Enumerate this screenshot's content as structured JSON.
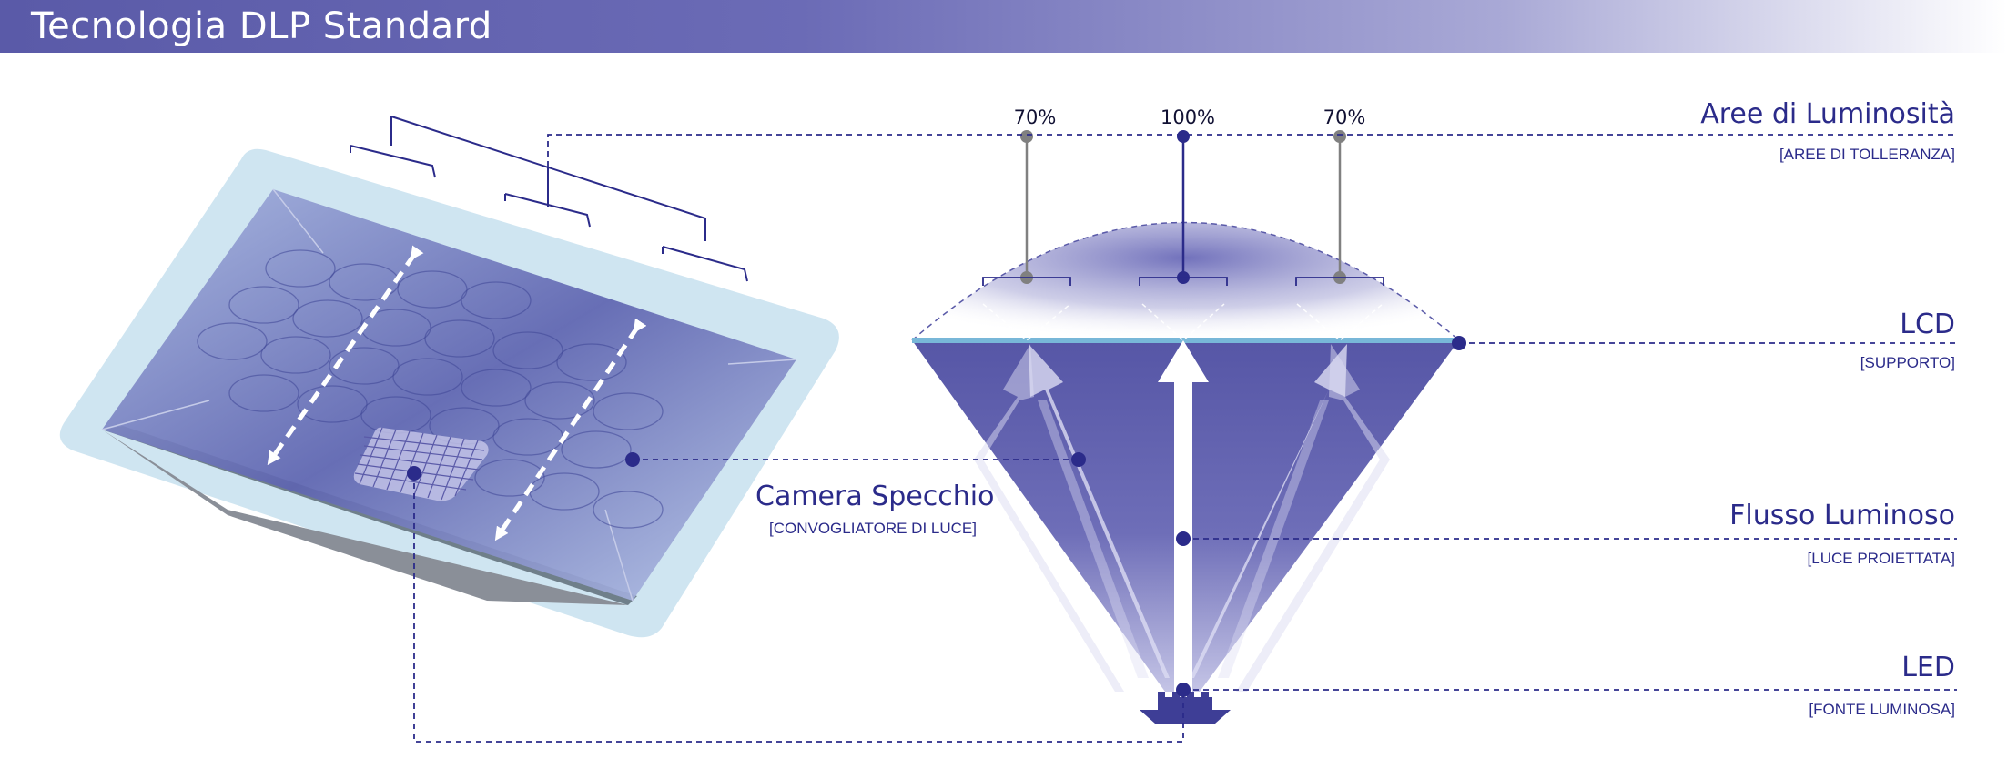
{
  "header": {
    "title": "Tecnologia DLP Standard"
  },
  "labels": {
    "brightness": {
      "title": "Aree di Luminosità",
      "subtitle": "[AREE DI TOLLERANZA]"
    },
    "lcd": {
      "title": "LCD",
      "subtitle": "[SUPPORTO]"
    },
    "light_flow": {
      "title": "Flusso Luminoso",
      "subtitle": "[LUCE  PROIETTATA]"
    },
    "led": {
      "title": "LED",
      "subtitle": "[FONTE LUMINOSA]"
    },
    "mirror_chamber": {
      "title": "Camera Specchio",
      "subtitle": "[CONVOGLIATORE DI LUCE]"
    }
  },
  "percentages": {
    "left": "70%",
    "center": "100%",
    "right": "70%"
  },
  "colors": {
    "header_start": "#5a5aa8",
    "cone": "#5a5aa8",
    "accent": "#2b2b8a",
    "lcd_line": "#78b7d8",
    "tray": "#cfe5f1",
    "tolerance_pin": "#808080"
  }
}
